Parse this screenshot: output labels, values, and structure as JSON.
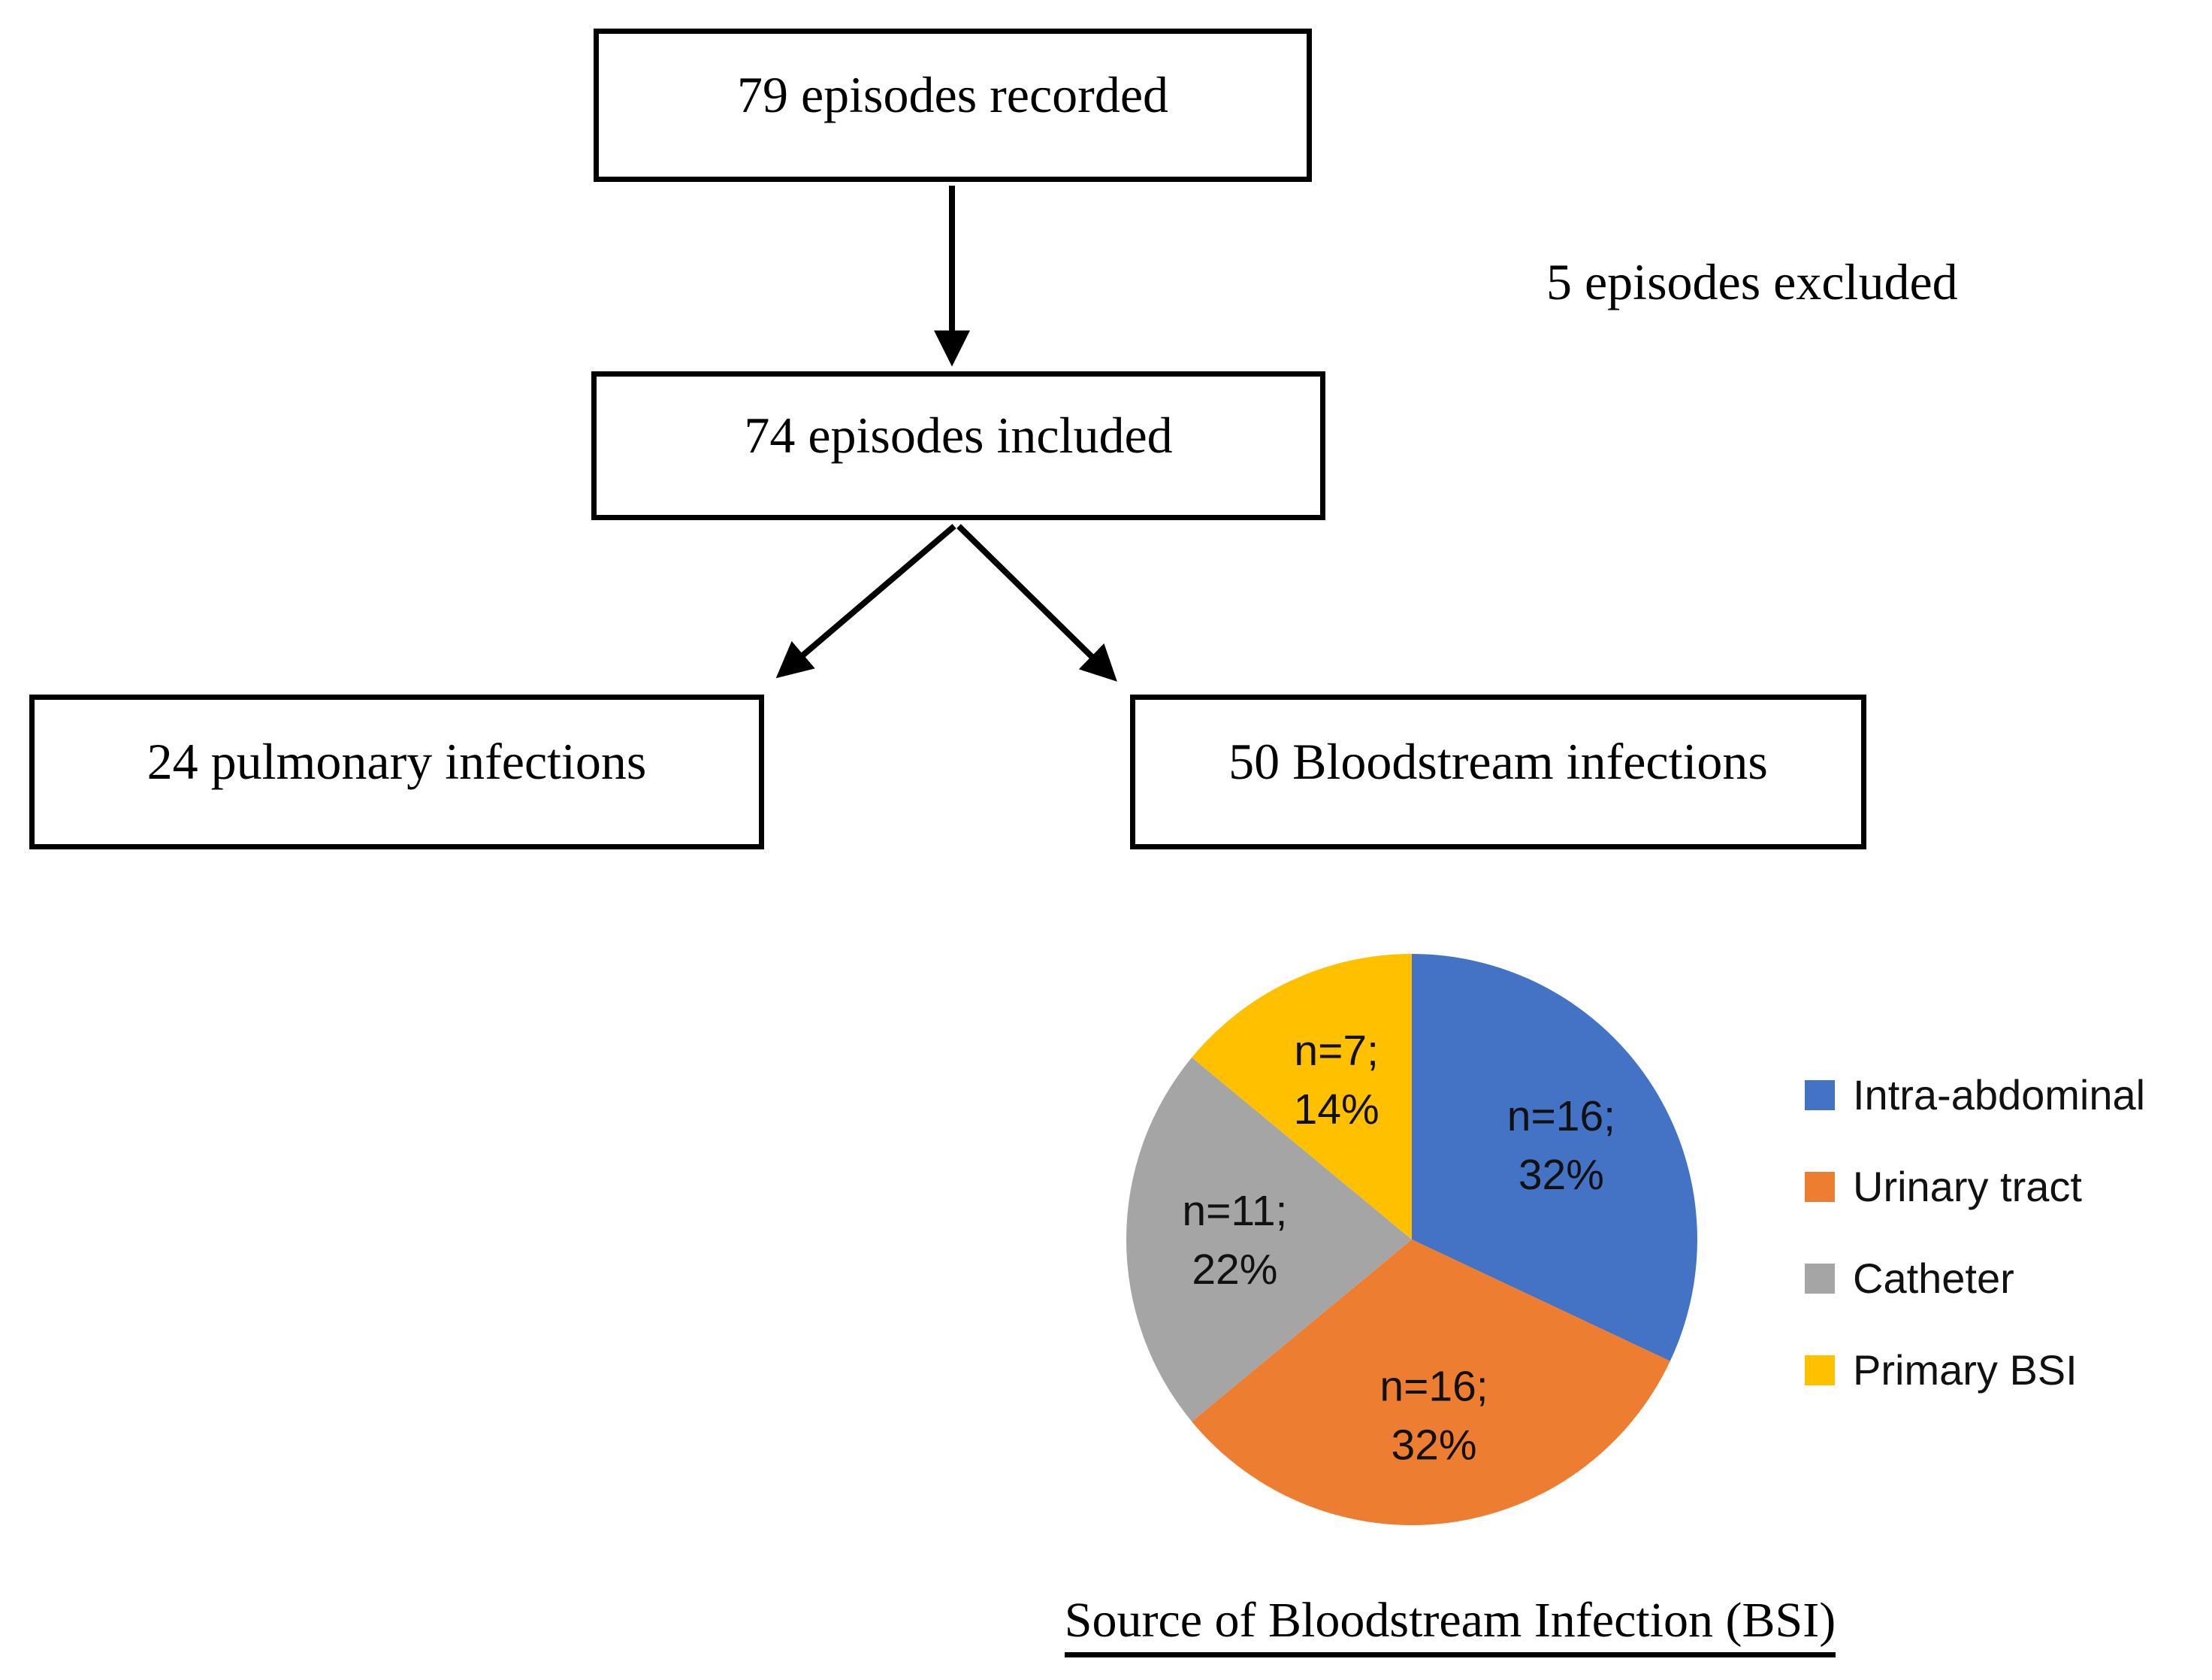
{
  "figure": {
    "flowchart": {
      "recorded_box": "79 episodes recorded",
      "excluded_note": "5 episodes excluded",
      "included_box": "74 episodes included",
      "pulmonary_box": "24 pulmonary infections",
      "bloodstream_box": "50 Bloodstream infections"
    },
    "caption": "Source of Bloodstream Infection (BSI)"
  },
  "chart_data": {
    "type": "pie",
    "title": "Source of Bloodstream Infection (BSI)",
    "legend_position": "right",
    "start_angle_deg": 0,
    "direction": "clockwise",
    "total_n": 50,
    "slices": [
      {
        "id": "intra-abdominal",
        "label": "Intra-abdominal",
        "n": 16,
        "pct": 32,
        "color": "#4472C4",
        "data_label": [
          "n=16;",
          "32%"
        ]
      },
      {
        "id": "urinary-tract",
        "label": "Urinary tract",
        "n": 16,
        "pct": 32,
        "color": "#ED7D31",
        "data_label": [
          "n=16;",
          "32%"
        ]
      },
      {
        "id": "catheter",
        "label": "Catheter",
        "n": 11,
        "pct": 22,
        "color": "#A5A5A5",
        "data_label": [
          "n=11;",
          "22%"
        ]
      },
      {
        "id": "primary-bsi",
        "label": "Primary BSI",
        "n": 7,
        "pct": 14,
        "color": "#FFC000",
        "data_label": [
          "n=7;",
          "14%"
        ]
      }
    ]
  }
}
